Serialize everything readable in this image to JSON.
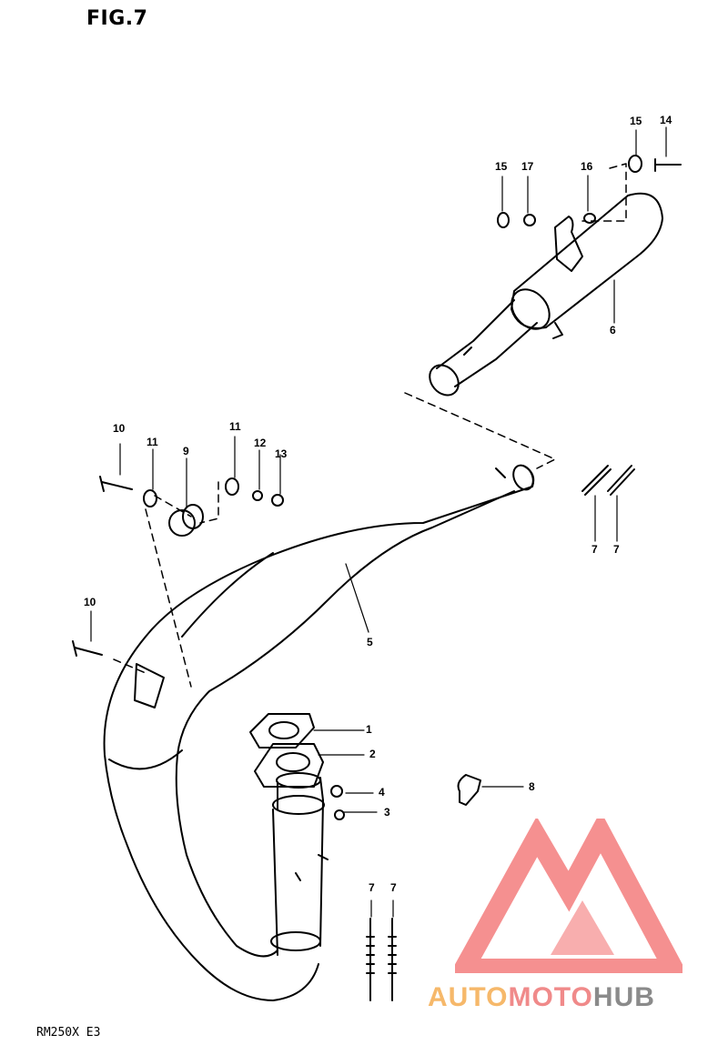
{
  "figure": {
    "title": "FIG.7",
    "model_code": "RM250X  E3"
  },
  "callouts": [
    {
      "id": "c1",
      "label": "1"
    },
    {
      "id": "c2",
      "label": "2"
    },
    {
      "id": "c3",
      "label": "3"
    },
    {
      "id": "c4",
      "label": "4"
    },
    {
      "id": "c5",
      "label": "5"
    },
    {
      "id": "c6",
      "label": "6"
    },
    {
      "id": "c7a",
      "label": "7"
    },
    {
      "id": "c7b",
      "label": "7"
    },
    {
      "id": "c7c",
      "label": "7"
    },
    {
      "id": "c7d",
      "label": "7"
    },
    {
      "id": "c8",
      "label": "8"
    },
    {
      "id": "c9",
      "label": "9"
    },
    {
      "id": "c10a",
      "label": "10"
    },
    {
      "id": "c10b",
      "label": "10"
    },
    {
      "id": "c11a",
      "label": "11"
    },
    {
      "id": "c11b",
      "label": "11"
    },
    {
      "id": "c12",
      "label": "12"
    },
    {
      "id": "c13",
      "label": "13"
    },
    {
      "id": "c14",
      "label": "14"
    },
    {
      "id": "c15a",
      "label": "15"
    },
    {
      "id": "c15b",
      "label": "15"
    },
    {
      "id": "c16",
      "label": "16"
    },
    {
      "id": "c17",
      "label": "17"
    }
  ],
  "watermark": {
    "part1": "AUTO",
    "part2": "MOTO",
    "part3": "HUB",
    "color1": "#f6b86a",
    "color2": "#f08a8a",
    "color3": "#8a8a8a",
    "logo_color": "#f26b6b"
  }
}
